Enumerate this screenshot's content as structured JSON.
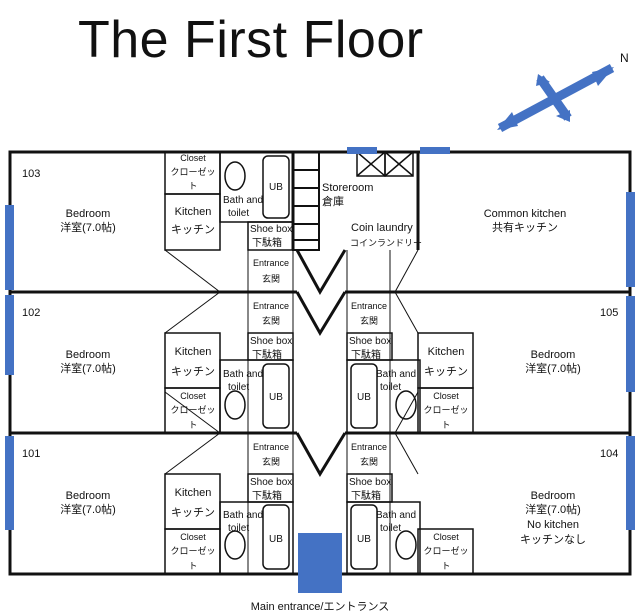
{
  "title": "The First Floor",
  "compass": {
    "label": "N"
  },
  "colors": {
    "accent": "#4472c4",
    "ink": "#111111"
  },
  "rooms": {
    "r103": {
      "number": "103",
      "bedroom": "Bedroom",
      "bedroom_jp": "洋室(7.0帖)",
      "kitchen": "Kitchen",
      "kitchen_jp": "キッチン",
      "closet": "Closet",
      "closet_jp1": "クローゼッ",
      "closet_jp2": "ト"
    },
    "r102": {
      "number": "102",
      "bedroom": "Bedroom",
      "bedroom_jp": "洋室(7.0帖)",
      "kitchen": "Kitchen",
      "kitchen_jp": "キッチン",
      "closet": "Closet",
      "closet_jp1": "クローゼッ",
      "closet_jp2": "ト"
    },
    "r101": {
      "number": "101",
      "bedroom": "Bedroom",
      "bedroom_jp": "洋室(7.0帖)",
      "kitchen": "Kitchen",
      "kitchen_jp": "キッチン",
      "closet": "Closet",
      "closet_jp1": "クローゼッ",
      "closet_jp2": "ト"
    },
    "r105": {
      "number": "105",
      "bedroom": "Bedroom",
      "bedroom_jp": "洋室(7.0帖)",
      "kitchen": "Kitchen",
      "kitchen_jp": "キッチン",
      "closet": "Closet",
      "closet_jp1": "クローゼッ",
      "closet_jp2": "ト"
    },
    "r104": {
      "number": "104",
      "bedroom": "Bedroom",
      "bedroom_jp": "洋室(7.0帖)",
      "no_kitchen": "No kitchen",
      "no_kitchen_jp": "キッチンなし",
      "closet": "Closet",
      "closet_jp1": "クローゼッ",
      "closet_jp2": "ト"
    }
  },
  "common": {
    "bath": "Bath and",
    "toilet": "toilet",
    "ub": "UB",
    "shoe_box": "Shoe box",
    "shoe_box_jp": "下駄箱",
    "entrance": "Entrance",
    "entrance_jp": "玄関"
  },
  "storeroom": {
    "label": "Storeroom",
    "label_jp": "倉庫"
  },
  "laundry": {
    "label": "Coin laundry",
    "label_jp": "コインランドリー"
  },
  "common_kitchen": {
    "label": "Common kitchen",
    "label_jp": "共有キッチン"
  },
  "main_entrance": {
    "label": "Main entrance/エントランス"
  }
}
